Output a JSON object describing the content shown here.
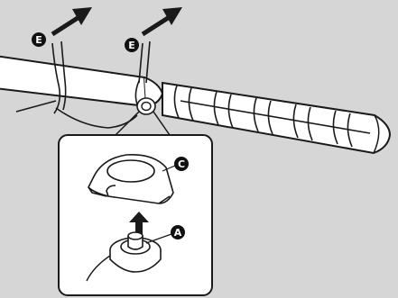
{
  "callouts": {
    "e_left": "E",
    "e_right": "E",
    "c_cap": "C",
    "a_sensor": "A"
  },
  "colors": {
    "background": "#d6d6d6",
    "inset_fill": "#ffffff",
    "line": "#1a1a1a",
    "badge": "#111111",
    "arrow": "#1a1a1a"
  }
}
